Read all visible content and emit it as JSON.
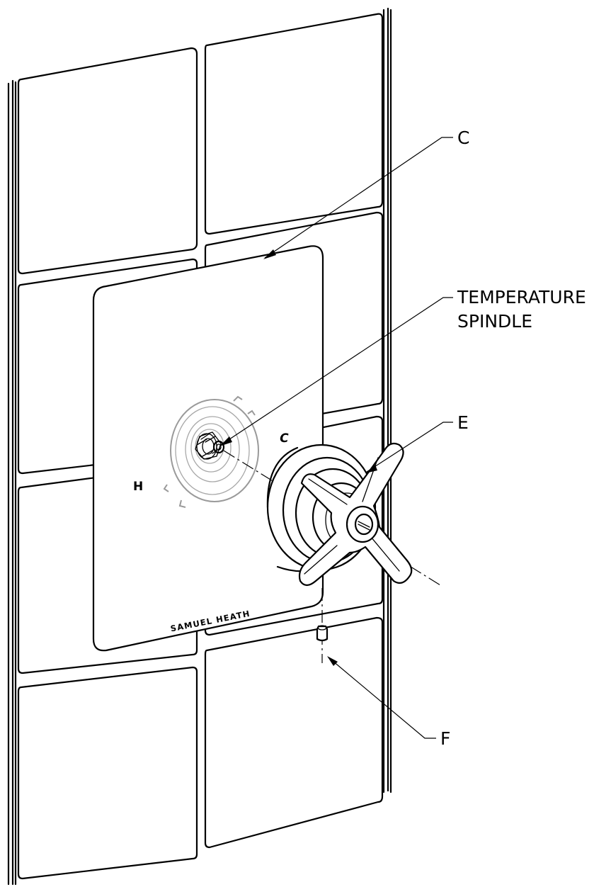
{
  "callouts": {
    "c": "C",
    "temperature_line1": "TEMPERATURE",
    "temperature_line2": "SPINDLE",
    "e": "E",
    "f": "F"
  },
  "plate": {
    "hot_label": "H",
    "cold_label": "C",
    "brand": "SAMUEL HEATH"
  },
  "colors": {
    "line": "#000000",
    "spindle_ghost": "#9a9a9a",
    "background": "#ffffff"
  }
}
